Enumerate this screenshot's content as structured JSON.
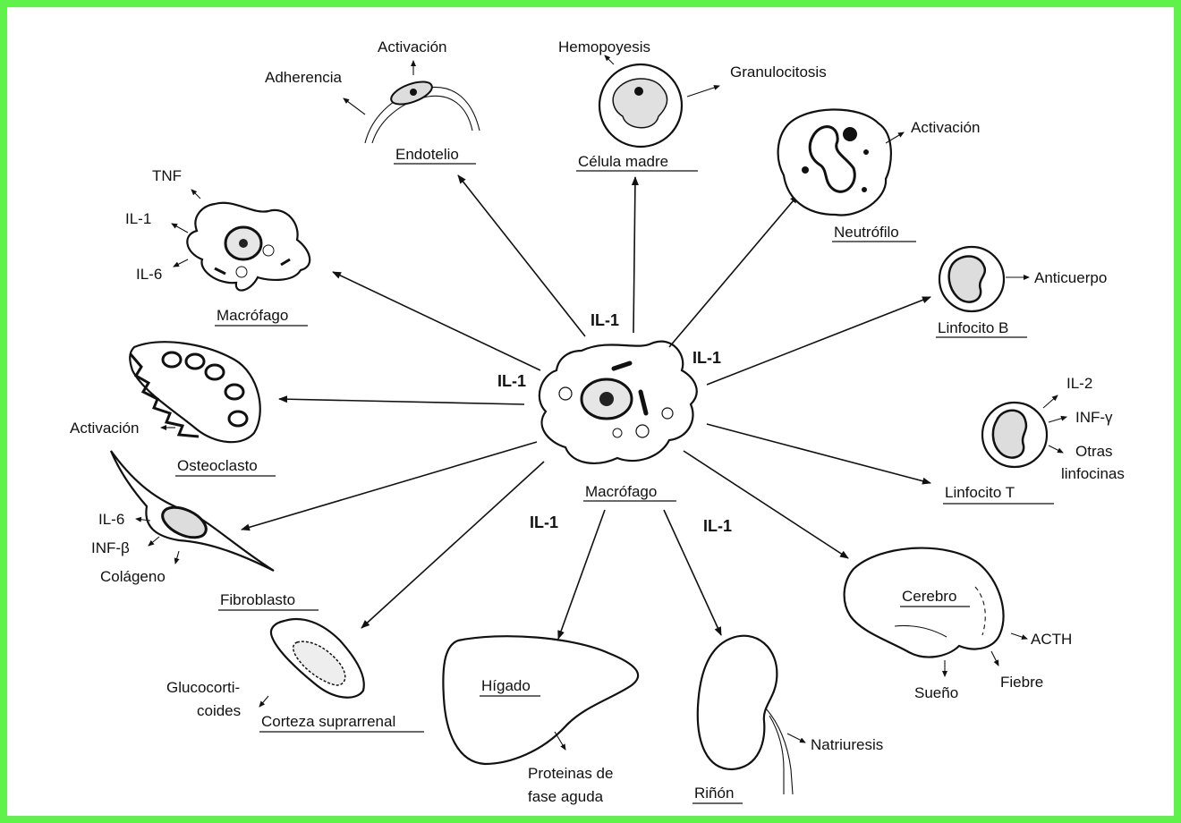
{
  "center": {
    "label": "Macrófago",
    "il1": "IL-1"
  },
  "targets": {
    "endotelio": {
      "name": "Endotelio",
      "effects": [
        "Activación",
        "Adherencia"
      ]
    },
    "celula_madre": {
      "name": "Célula madre",
      "effects": [
        "Hemopoyesis",
        "Granulocitosis"
      ]
    },
    "neutrofilo": {
      "name": "Neutrófilo",
      "effects": [
        "Activación"
      ]
    },
    "linfocito_b": {
      "name": "Linfocito B",
      "effects": [
        "Anticuerpo"
      ]
    },
    "linfocito_t": {
      "name": "Linfocito T",
      "effects": [
        "IL-2",
        "INF-γ",
        "Otras",
        "linfocinas"
      ]
    },
    "macrofago": {
      "name": "Macrófago",
      "effects": [
        "TNF",
        "IL-1",
        "IL-6"
      ]
    },
    "osteoclasto": {
      "name": "Osteoclasto",
      "effects": [
        "Activación"
      ]
    },
    "fibroblasto": {
      "name": "Fibroblasto",
      "effects": [
        "IL-6",
        "INF-β",
        "Colágeno"
      ]
    },
    "corteza": {
      "name": "Corteza suprarrenal",
      "effects": [
        "Glucocorti-",
        "coides"
      ]
    },
    "higado": {
      "name": "Hígado",
      "effects": [
        "Proteinas de",
        "fase aguda"
      ]
    },
    "rinon": {
      "name": "Riñón",
      "effects": [
        "Natriuresis"
      ]
    },
    "cerebro": {
      "name": "Cerebro",
      "effects": [
        "ACTH",
        "Fiebre",
        "Sueño"
      ]
    }
  }
}
